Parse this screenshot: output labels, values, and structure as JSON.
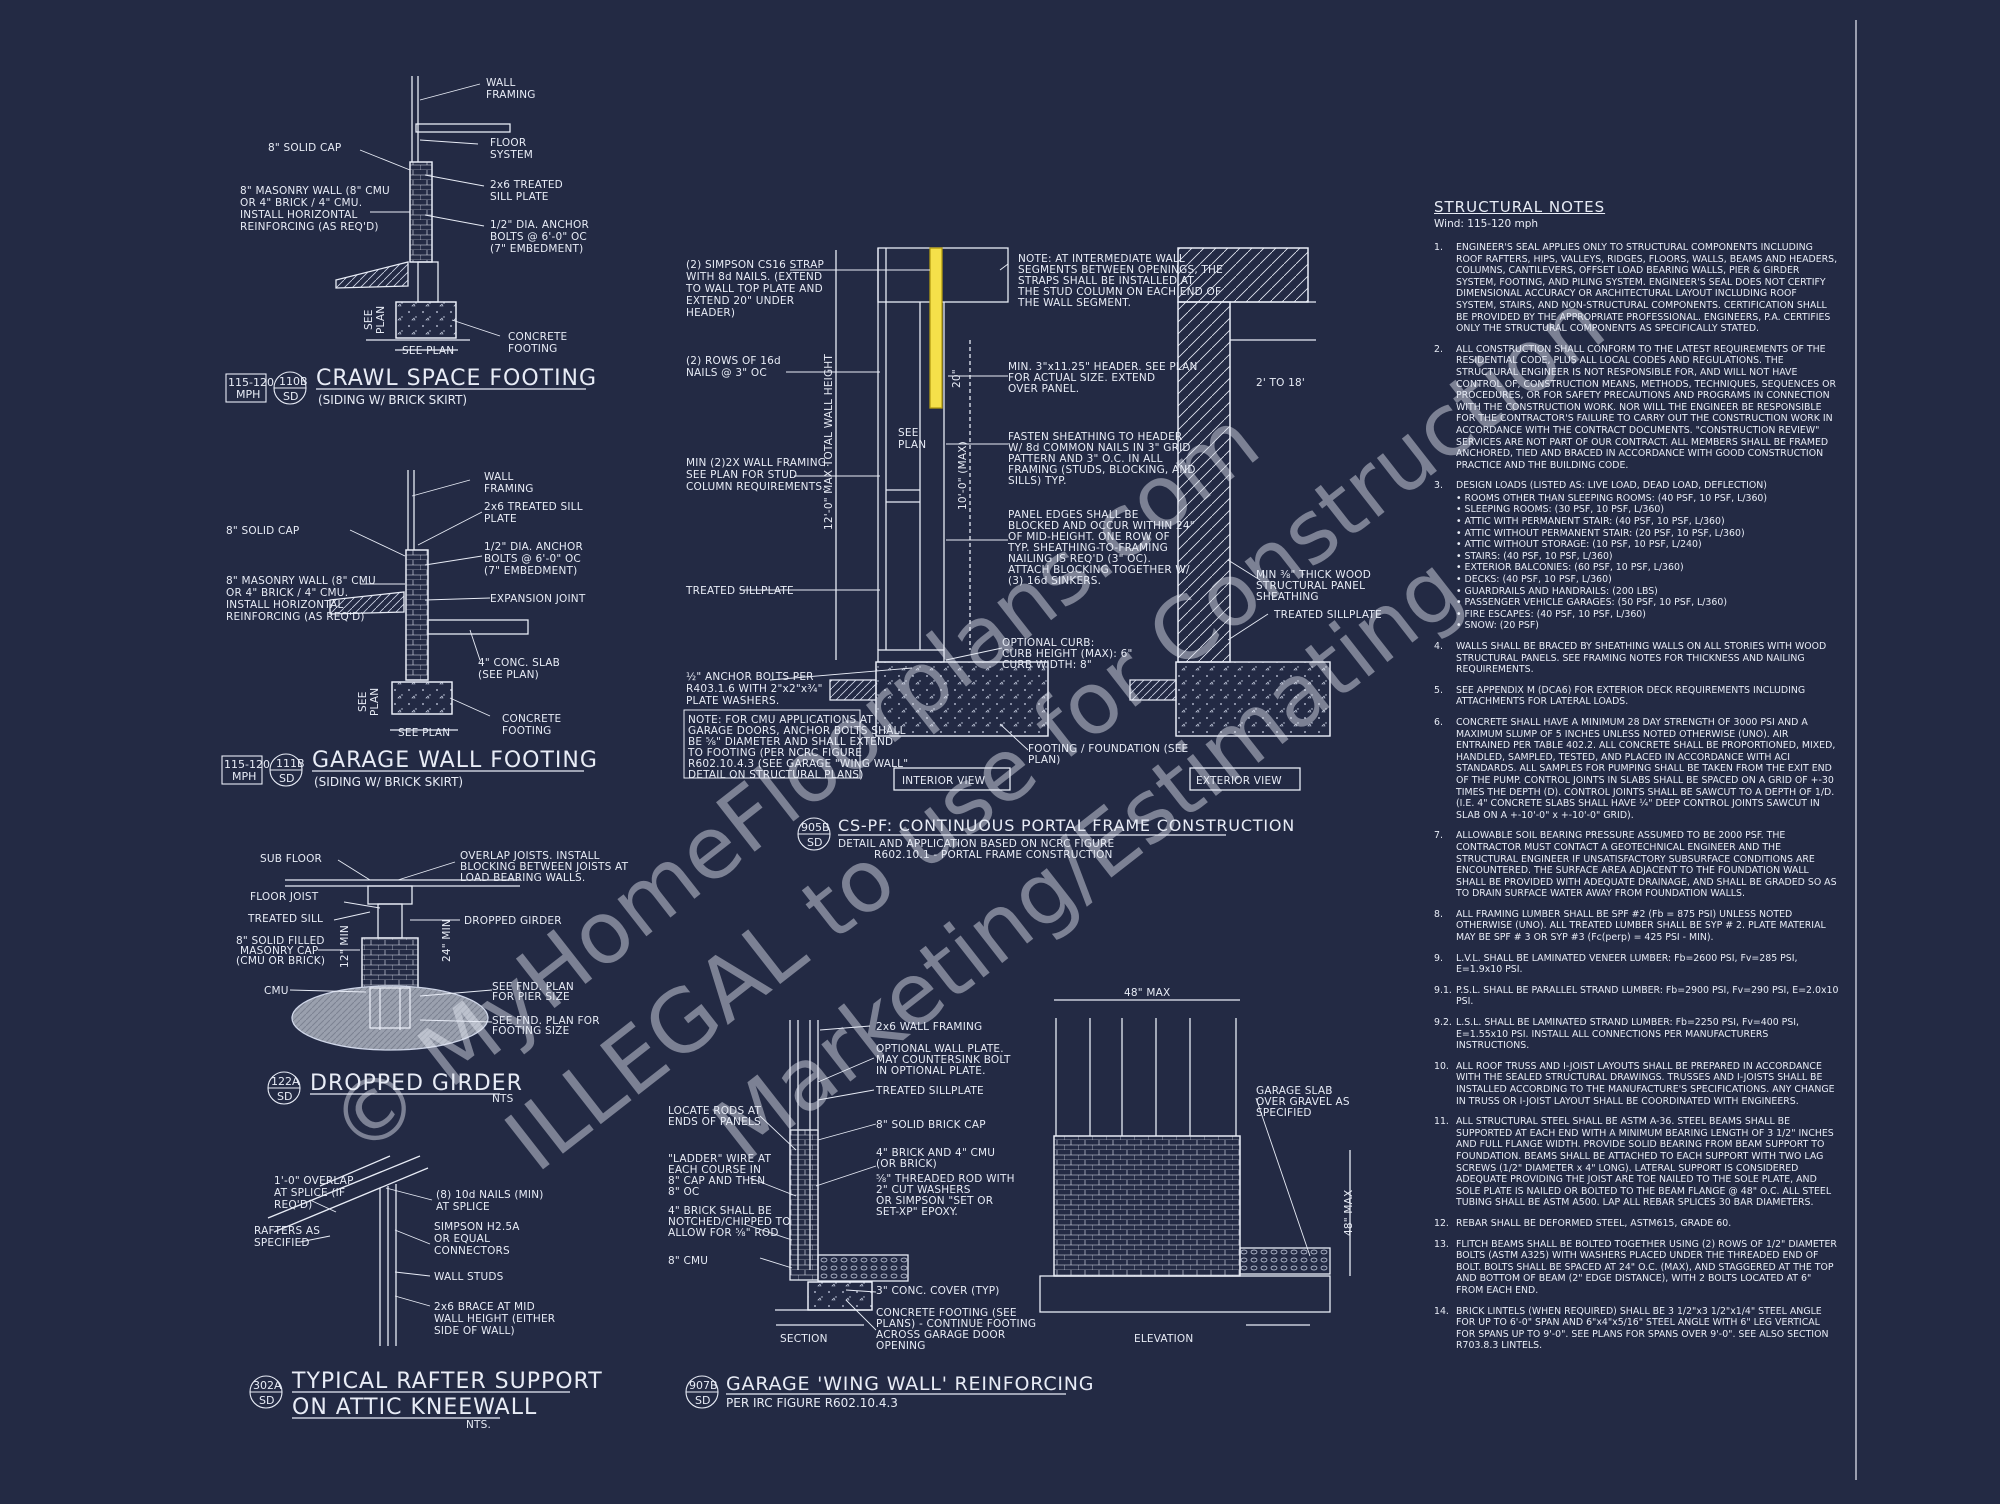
{
  "details": {
    "crawl": {
      "number": "110B",
      "sheet": "SD",
      "wind": [
        "115-120",
        "MPH"
      ],
      "title": "CRAWL SPACE FOOTING",
      "subtitle": "(SIDING W/ BRICK SKIRT)",
      "labels": {
        "wall_framing": [
          "WALL",
          "FRAMING"
        ],
        "solid_cap": "8\" SOLID CAP",
        "floor_system": [
          "FLOOR",
          "SYSTEM"
        ],
        "sill_plate": [
          "2x6 TREATED",
          "SILL PLATE"
        ],
        "masonry": [
          "8\" MASONRY WALL (8\" CMU",
          "OR 4\" BRICK / 4\" CMU.",
          "INSTALL HORIZONTAL",
          "REINFORCING (AS REQ'D)"
        ],
        "anchor": [
          "1/2\" DIA. ANCHOR",
          "BOLTS @ 6'-0\" OC",
          "(7\" EMBEDMENT)"
        ],
        "see_plan_v": [
          "SEE",
          "PLAN"
        ],
        "concrete_footing": [
          "CONCRETE",
          "FOOTING"
        ],
        "see_plan": "SEE PLAN"
      }
    },
    "garage_wall": {
      "number": "111B",
      "sheet": "SD",
      "wind": [
        "115-120",
        "MPH"
      ],
      "title": "GARAGE WALL FOOTING",
      "subtitle": "(SIDING W/ BRICK SKIRT)",
      "labels": {
        "wall_framing": [
          "WALL",
          "FRAMING"
        ],
        "sill_plate": [
          "2x6 TREATED SILL",
          "PLATE"
        ],
        "solid_cap": "8\" SOLID CAP",
        "anchor": [
          "1/2\" DIA. ANCHOR",
          "BOLTS @ 6'-0\" OC",
          "(7\" EMBEDMENT)"
        ],
        "masonry": [
          "8\" MASONRY WALL (8\" CMU",
          "OR 4\" BRICK / 4\" CMU.",
          "INSTALL HORIZONTAL",
          "REINFORCING (AS REQ'D)"
        ],
        "expansion": "EXPANSION JOINT",
        "slab": [
          "4\" CONC. SLAB",
          "(SEE PLAN)"
        ],
        "see_plan_v": [
          "SEE",
          "PLAN"
        ],
        "concrete_footing": [
          "CONCRETE",
          "FOOTING"
        ],
        "see_plan": "SEE PLAN"
      }
    },
    "dropped_girder": {
      "number": "122A",
      "sheet": "SD",
      "title": "DROPPED GIRDER",
      "nts": "NTS",
      "labels": {
        "sub_floor": "SUB FLOOR",
        "overlap": [
          "OVERLAP JOISTS. INSTALL",
          "BLOCKING BETWEEN JOISTS AT",
          "LOAD BEARING WALLS."
        ],
        "floor_joist": "FLOOR JOIST",
        "treated_sill": "TREATED SILL",
        "dropped_girder": "DROPPED GIRDER",
        "solid_filled": [
          "8\" SOLID FILLED",
          "MASONRY CAP",
          "(CMU OR BRICK)"
        ],
        "dim_12": "12\" MIN",
        "dim_24": "24\" MIN",
        "cmu": "CMU",
        "pier_size": [
          "SEE FND. PLAN",
          "FOR PIER SIZE"
        ],
        "footing_size": [
          "SEE FND. PLAN FOR",
          "FOOTING SIZE"
        ]
      }
    },
    "rafter": {
      "number": "302A",
      "sheet": "SD",
      "title": [
        "TYPICAL RAFTER SUPPORT",
        "ON ATTIC KNEEWALL"
      ],
      "nts": "NTS.",
      "labels": {
        "overlap": [
          "1'-0\" OVERLAP",
          "AT SPLICE (IF",
          "REQ'D)"
        ],
        "nails": [
          "(8) 10d NAILS (MIN)",
          "AT SPLICE"
        ],
        "rafters": [
          "RAFTERS AS",
          "SPECIFIED"
        ],
        "simpson": [
          "SIMPSON H2.5A",
          "OR EQUAL",
          "CONNECTORS"
        ],
        "studs": "WALL STUDS",
        "brace": [
          "2x6 BRACE AT MID",
          "WALL HEIGHT (EITHER",
          "SIDE OF WALL)"
        ]
      }
    },
    "portal": {
      "number": "905B",
      "sheet": "SD",
      "title": "CS-PF: CONTINUOUS PORTAL FRAME CONSTRUCTION",
      "subtitle": [
        "DETAIL AND APPLICATION BASED ON NCRC FIGURE",
        "R602.10.1 - PORTAL FRAME CONSTRUCTION"
      ],
      "labels": {
        "strap": [
          "(2) SIMPSON CS16 STRAP",
          "WITH 8d NAILS. (EXTEND",
          "TO WALL TOP PLATE AND",
          "EXTEND 20\" UNDER",
          "HEADER)"
        ],
        "rows_nails": [
          "(2) ROWS OF 16d",
          "NAILS @ 3\" OC"
        ],
        "wall_framing": [
          "MIN (2)2X WALL FRAMING.",
          "SEE PLAN FOR STUD",
          "COLUMN REQUIREMENTS."
        ],
        "sillplate": "TREATED SILLPLATE",
        "anchor_bolts": [
          "½\" ANCHOR BOLTS PER",
          "R403.1.6 WITH 2\"x2\"x¾\"",
          "PLATE WASHERS."
        ],
        "cmu_note": [
          "NOTE: FOR CMU APPLICATIONS AT",
          "GARAGE DOORS, ANCHOR BOLTS SHALL",
          "BE ⅝\" DIAMETER AND SHALL EXTEND",
          "TO FOOTING (PER NCRC FIGURE",
          "R602.10.4.3 (SEE GARAGE \"WING WALL\"",
          "DETAIL ON STRUCTURAL PLANS)"
        ],
        "total_height": "12'-0\" MAX TOTAL WALL HEIGHT",
        "max_10": "10'-0\" (MAX)",
        "see_plan": [
          "SEE",
          "PLAN"
        ],
        "dim_20": "20\"",
        "intermediate": [
          "NOTE: AT INTERMEDIATE WALL",
          "SEGMENTS BETWEEN OPENINGS, THE",
          "STRAPS SHALL BE INSTALLED AT",
          "THE STUD COLUMN ON EACH END OF",
          "THE WALL SEGMENT."
        ],
        "header": [
          "MIN. 3\"x11.25\" HEADER. SEE PLAN",
          "FOR ACTUAL SIZE. EXTEND",
          "OVER PANEL."
        ],
        "fasten": [
          "FASTEN SHEATHING TO HEADER",
          "W/ 8d COMMON NAILS IN 3\" GRID",
          "PATTERN AND 3\" O.C. IN ALL",
          "FRAMING (STUDS, BLOCKING, AND",
          "SILLS) TYP."
        ],
        "panel_edges": [
          "PANEL EDGES SHALL BE",
          "BLOCKED AND OCCUR WITHIN 24\"",
          "OF MID-HEIGHT.  ONE ROW OF",
          "TYP. SHEATHING-TO-FRAMING",
          "NAILING IS REQ'D (3\" OC).",
          "ATTACH BLOCKING TOGETHER W/",
          "(3) 16d SINKERS."
        ],
        "curb": [
          "OPTIONAL CURB:",
          "CURB HEIGHT (MAX): 6\"",
          "CURB WIDTH: 8\""
        ],
        "footing": [
          "FOOTING / FOUNDATION (SEE",
          "PLAN)"
        ],
        "two_to_18": "2' TO 18'",
        "wood_panel": [
          "MIN ⅜\" THICK WOOD",
          "STRUCTURAL PANEL",
          "SHEATHING"
        ],
        "ext_sillplate": "TREATED SILLPLATE",
        "interior_view": "INTERIOR VIEW",
        "exterior_view": "EXTERIOR VIEW"
      }
    },
    "wing_wall": {
      "number": "907B",
      "sheet": "SD",
      "title": "GARAGE 'WING WALL' REINFORCING",
      "subtitle": "PER IRC FIGURE R602.10.4.3",
      "labels": {
        "framing": "2x6 WALL FRAMING",
        "optional_plate": [
          "OPTIONAL WALL PLATE.",
          "MAY COUNTERSINK BOLT",
          "IN OPTIONAL PLATE."
        ],
        "sillplate": "TREATED SILLPLATE",
        "locate_rods": [
          "LOCATE RODS AT",
          "ENDS OF PANELS"
        ],
        "brick_cap": "8\" SOLID BRICK CAP",
        "ladder": [
          "\"LADDER\" WIRE AT",
          "EACH COURSE IN",
          "8\" CAP AND THEN",
          "8\" OC"
        ],
        "brick_cmu": [
          "4\" BRICK AND 4\" CMU",
          "(OR BRICK)"
        ],
        "threaded_rod": [
          "⅝\" THREADED ROD WITH",
          "2\" CUT WASHERS",
          "OR SIMPSON \"SET OR",
          "SET-XP\" EPOXY."
        ],
        "notched": [
          "4\" BRICK SHALL BE",
          "NOTCHED/CHIPPED TO",
          "ALLOW FOR ⅝\" ROD"
        ],
        "cmu": "8\" CMU",
        "cover": "3\" CONC. COVER (TYP)",
        "footing": [
          "CONCRETE FOOTING (SEE",
          "PLANS) - CONTINUE FOOTING",
          "ACROSS GARAGE DOOR",
          "OPENING"
        ],
        "max_48": "48\" MAX",
        "max_48_v": "48\" MAX",
        "slab": [
          "GARAGE SLAB",
          "OVER GRAVEL AS",
          "SPECIFIED"
        ],
        "section": "SECTION",
        "elevation": "ELEVATION"
      }
    }
  },
  "structural_notes": {
    "heading": "STRUCTURAL NOTES",
    "wind": "Wind: 115-120 mph",
    "items": [
      {
        "n": "1.",
        "text": "ENGINEER'S SEAL APPLIES ONLY TO STRUCTURAL COMPONENTS INCLUDING ROOF RAFTERS, HIPS, VALLEYS, RIDGES, FLOORS, WALLS, BEAMS AND HEADERS, COLUMNS, CANTILEVERS, OFFSET LOAD BEARING WALLS, PIER & GIRDER SYSTEM, FOOTING, AND PILING SYSTEM.  ENGINEER'S SEAL DOES NOT CERTIFY DIMENSIONAL ACCURACY OR ARCHITECTURAL LAYOUT INCLUDING ROOF SYSTEM, OR FOR SAFETY PRECAUTIONS AND PROGRAMS IN CONNECTION WITH THE CONSTRUCTION WORK. NOR WILL THE ENGINEER BE RESPONSIBLE FOR THE CONTRACTOR'S FAILURE TO CARRY OUT THE CONSTRUCTION WORK IN ACCORDANCE WITH THE CONTRACT DOCUMENTS. \"CONSTRUCTION REVIEW\" SERVICES ARE NOT PART OF OUR CONTRACT. ALL MEMBERS SHALL BE FRAMED ANCHORED, TIED AND BRACED IN ACCORDANCE WITH GOOD CONSTRUCTION PRACTICE AND THE BUILDING CODE."
      }
    ]
  }
}
